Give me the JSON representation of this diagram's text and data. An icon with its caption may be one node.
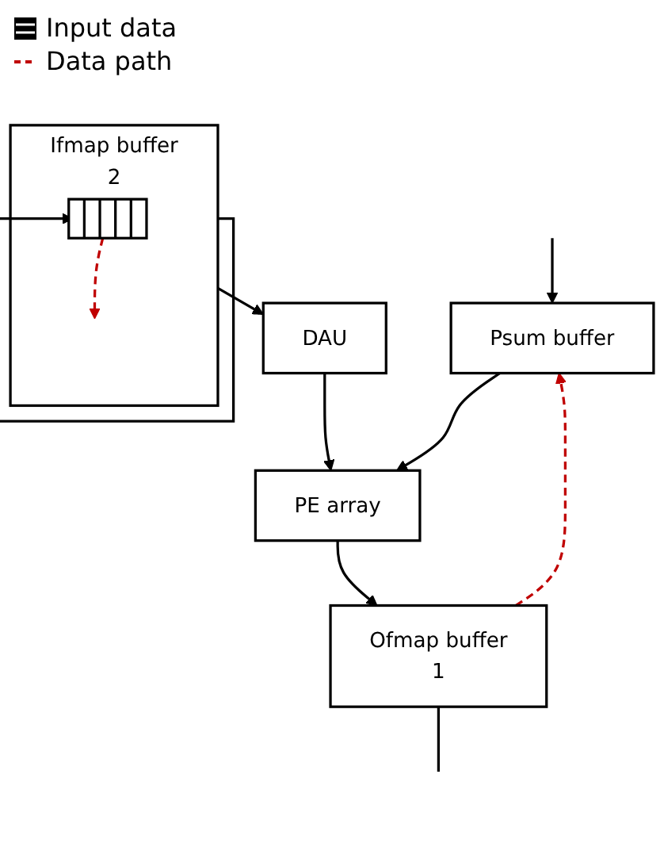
{
  "diagram": {
    "nodes": [
      {
        "text": [
          "Psum buffer"
        ]
      },
      {
        "text": [
          "Ifmap buffer",
          "2"
        ]
      },
      {
        "text": [],
        "shape": "bar",
        "in": 1
      },
      {
        "text": [
          "DAU"
        ]
      },
      {
        "text": [
          "PE array"
        ]
      },
      {
        "text": [
          "Ofmap buffer",
          "1"
        ]
      }
    ],
    "edges": [
      {
        "from": null,
        "to": 0,
        "arrow": "to"
      },
      {
        "from": 0,
        "to": 4,
        "arrow": "to"
      },
      {
        "from": 1,
        "to": 3,
        "arrow": "to"
      },
      {
        "from": 1,
        "to": 2,
        "arrow": "to"
      },
      {
        "from": 2,
        "to": null,
        "arrow": "to",
        "style": "dashed",
        "color": "#c00000"
      },
      {
        "from": 3,
        "to": 4,
        "arrow": "to"
      },
      {
        "from": 4,
        "to": 5,
        "arrow": "to"
      },
      {
        "from": 5,
        "to": null,
        "arrow": "none"
      },
      {
        "from": 5,
        "to": 0,
        "arrow": "to",
        "style": "dashed",
        "color": "#c00000"
      }
    ],
    "legend": [
      {
        "text": "Input data"
      },
      {
        "text": "Data path"
      }
    ]
  }
}
